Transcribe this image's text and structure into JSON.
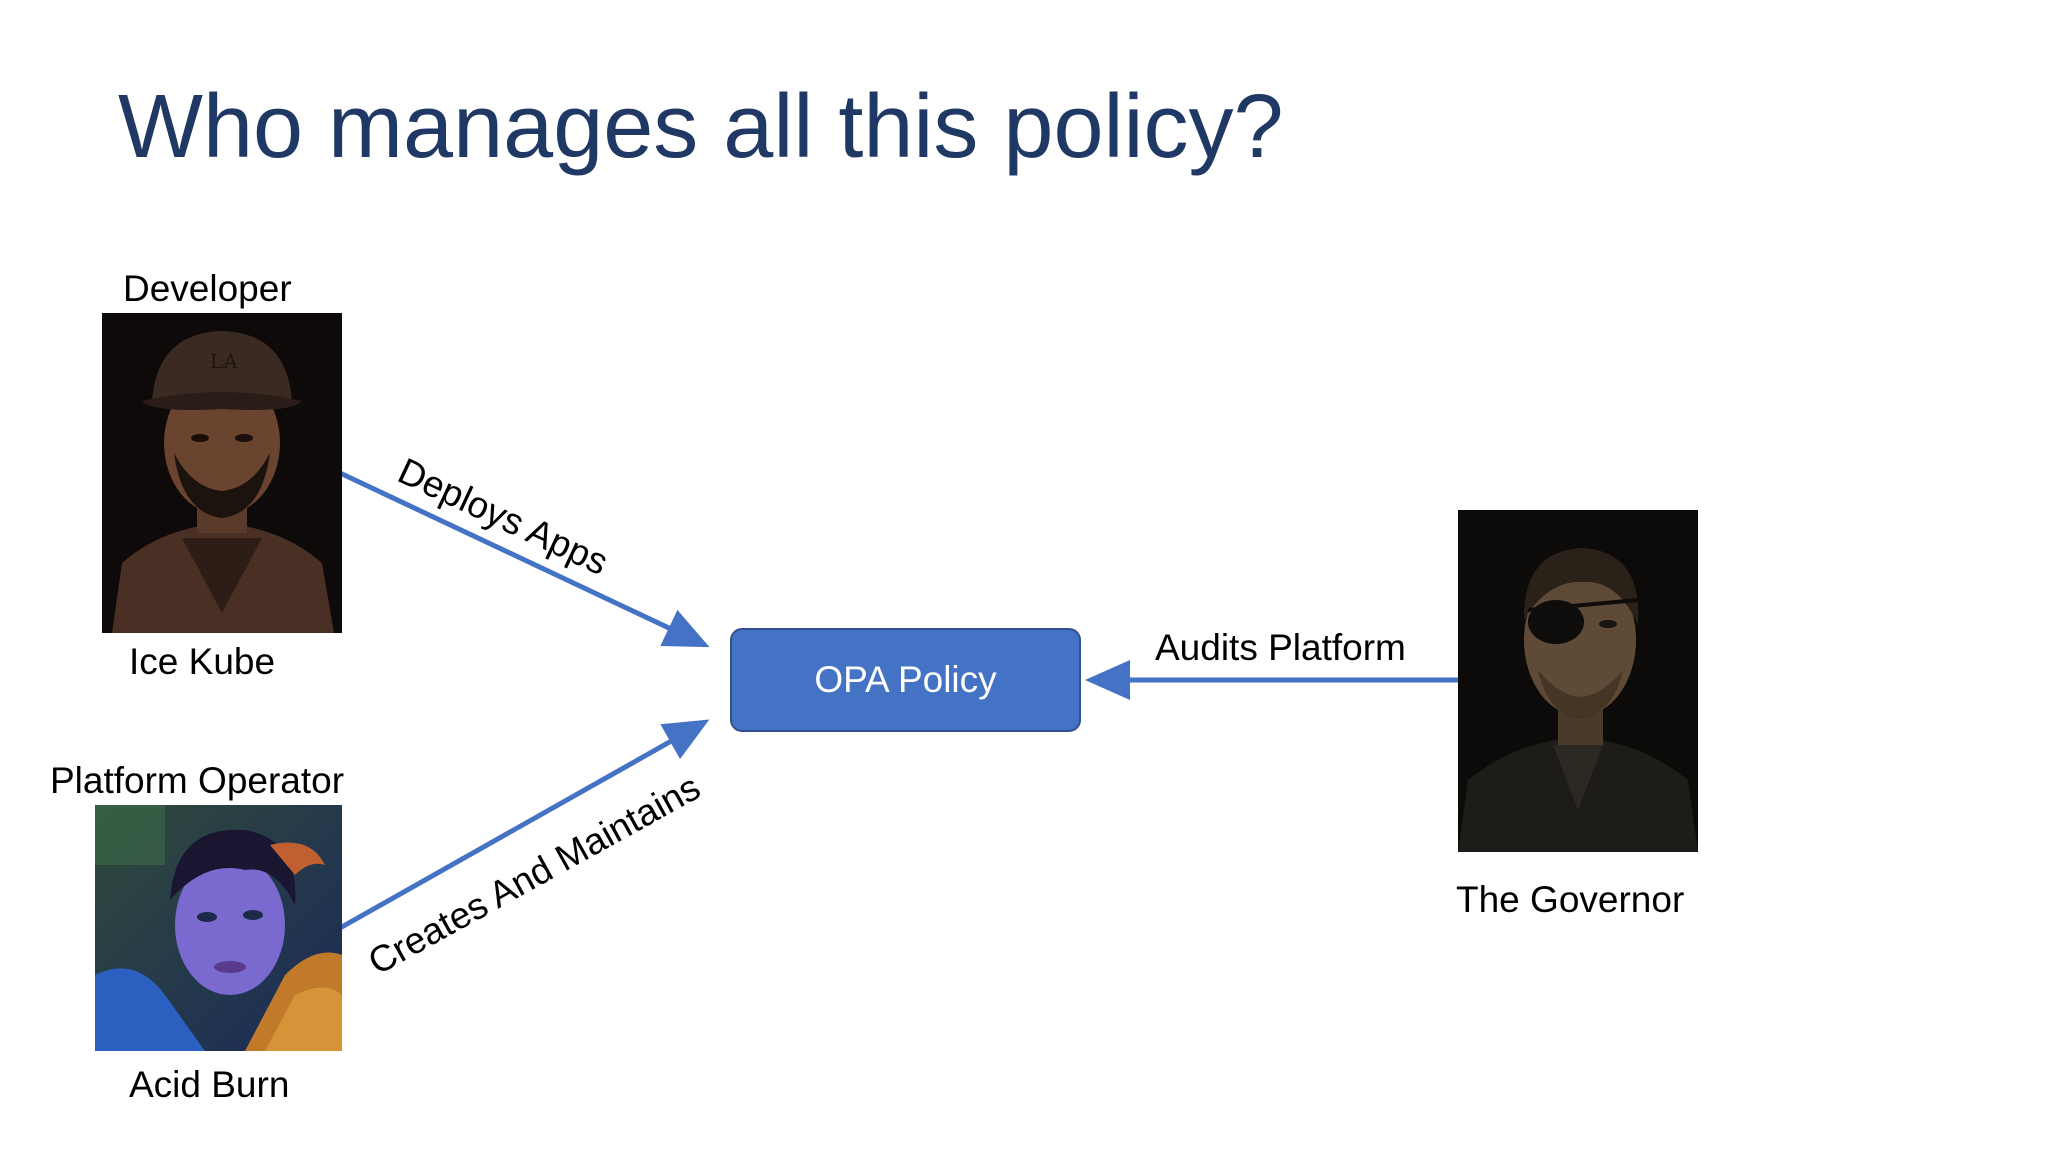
{
  "title": "Who manages all this policy?",
  "colors": {
    "title": "#1f3864",
    "accent": "#4472c4",
    "box_border": "#2f528f",
    "text": "#000000"
  },
  "nodes": {
    "developer": {
      "role": "Developer",
      "name": "Ice Kube",
      "image": "developer-photo"
    },
    "operator": {
      "role": "Platform Operator",
      "name": "Acid Burn",
      "image": "operator-photo"
    },
    "governor": {
      "name": "The Governor",
      "image": "governor-photo"
    },
    "policy": {
      "label": "OPA Policy"
    }
  },
  "edges": {
    "deploys": "Deploys Apps",
    "creates": "Creates And Maintains",
    "audits": "Audits Platform"
  }
}
